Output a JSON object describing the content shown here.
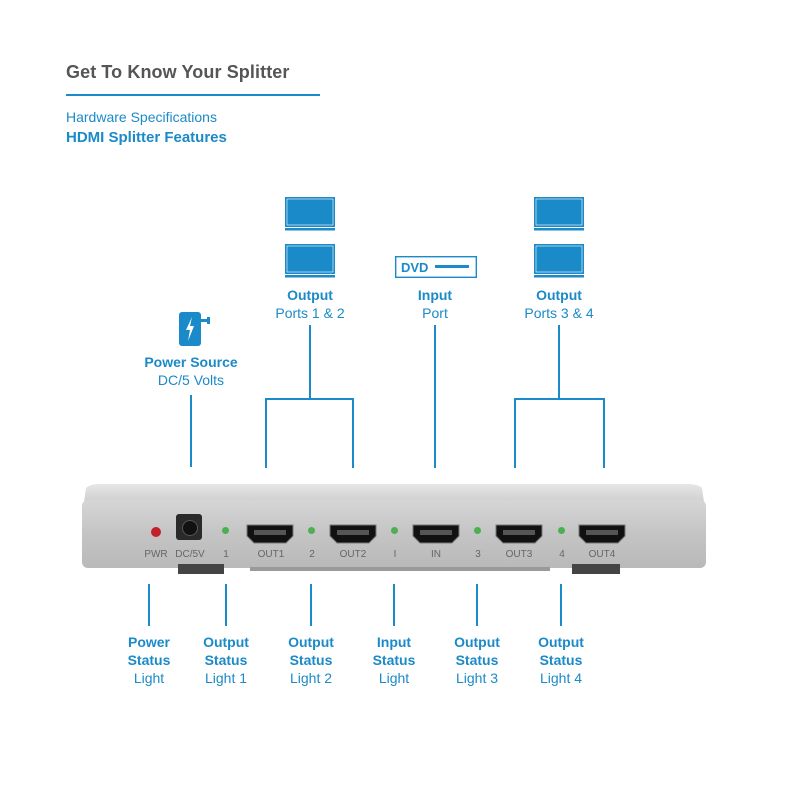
{
  "header": {
    "title": "Get To Know Your Splitter",
    "subtitle1": "Hardware Specifications",
    "subtitle2": "HDMI Splitter Features"
  },
  "top_labels": {
    "power": {
      "title": "Power Source",
      "sub": "DC/5 Volts"
    },
    "out12": {
      "title": "Output",
      "sub": "Ports 1 & 2"
    },
    "input": {
      "title": "Input",
      "sub": "Port"
    },
    "out34": {
      "title": "Output",
      "sub": "Ports 3 & 4"
    }
  },
  "dvd_label": "DVD",
  "device_labels": {
    "pwr": "PWR",
    "dc": "DC/5V",
    "l1": "1",
    "out1": "OUT1",
    "l2": "2",
    "out2": "OUT2",
    "li": "I",
    "in": "IN",
    "l3": "3",
    "out3": "OUT3",
    "l4": "4",
    "out4": "OUT4"
  },
  "bottom_labels": [
    {
      "l1": "Power",
      "l2": "Status",
      "l3": "Light"
    },
    {
      "l1": "Output",
      "l2": "Status",
      "l3": "Light 1"
    },
    {
      "l1": "Output",
      "l2": "Status",
      "l3": "Light 2"
    },
    {
      "l1": "Input",
      "l2": "Status",
      "l3": "Light"
    },
    {
      "l1": "Output",
      "l2": "Status",
      "l3": "Light 3"
    },
    {
      "l1": "Output",
      "l2": "Status",
      "l3": "Light 4"
    }
  ],
  "colors": {
    "accent": "#1b8ac8",
    "title": "#555555",
    "device": "#c9c9c9",
    "led_red": "#c2202b",
    "led_green": "#4caf50"
  }
}
